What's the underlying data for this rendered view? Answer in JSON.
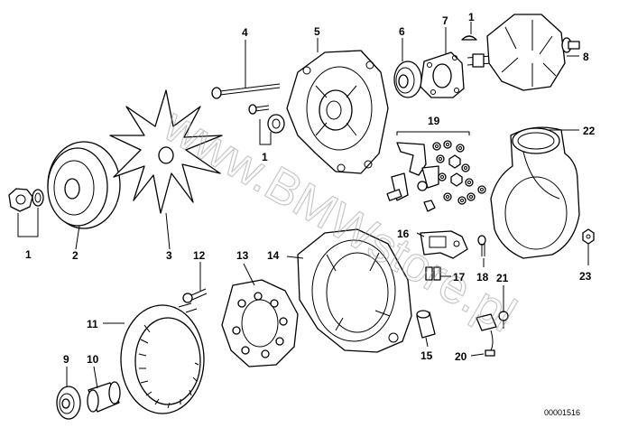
{
  "diagram": {
    "title": "Alternator exploded view",
    "document_number": "00001516",
    "watermark": "www.BMWstore.pl",
    "callouts": [
      "1",
      "2",
      "3",
      "4",
      "5",
      "6",
      "7",
      "1",
      "8",
      "1",
      "19",
      "22",
      "16",
      "17",
      "18",
      "23",
      "12",
      "13",
      "14",
      "11",
      "21",
      "9",
      "10",
      "15",
      "20"
    ]
  }
}
